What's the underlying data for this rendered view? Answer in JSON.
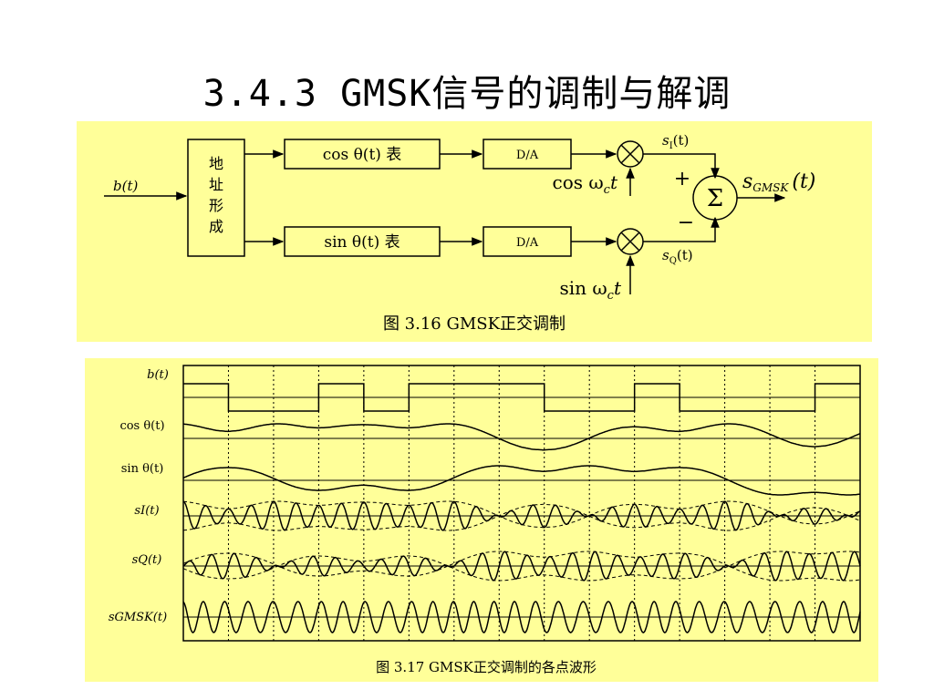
{
  "slide": {
    "title": "3.4.3   GMSK信号的调制与解调"
  },
  "fig1": {
    "caption": "图 3.16  GMSK正交调制",
    "input_label": "b(t)",
    "addr_block": [
      "地",
      "址",
      "形",
      "成"
    ],
    "cos_table": "cos θ(t) 表",
    "sin_table": "sin θ(t) 表",
    "da_top": "D/A",
    "da_bottom": "D/A",
    "carrier_cos": "cos ω",
    "carrier_cos_sub": "c",
    "carrier_cos_t": "t",
    "carrier_sin": "sin ω",
    "carrier_sin_sub": "c",
    "carrier_sin_t": "t",
    "sI": "s",
    "sI_sub": "I",
    "sI_t": "(t)",
    "sQ": "s",
    "sQ_sub": "Q",
    "sQ_t": "(t)",
    "plus": "+",
    "minus": "−",
    "sum_symbol": "Σ",
    "output": "s",
    "output_sub": "GMSK",
    "output_t": "(t)"
  },
  "fig2": {
    "caption": "图 3.17 GMSK正交调制的各点波形",
    "rows": [
      {
        "key": "b",
        "label": "b(t)"
      },
      {
        "key": "cos",
        "label": "cos θ(t)"
      },
      {
        "key": "sin",
        "label": "sin θ(t)"
      },
      {
        "key": "sI",
        "label": "sI(t)"
      },
      {
        "key": "sQ",
        "label": "sQ(t)"
      },
      {
        "key": "sGMSK",
        "label": "sGMSK(t)"
      }
    ],
    "bit_sequence": [
      1,
      0,
      0,
      1,
      0,
      1,
      1,
      1,
      0,
      0,
      1,
      0,
      0,
      0,
      1
    ]
  }
}
